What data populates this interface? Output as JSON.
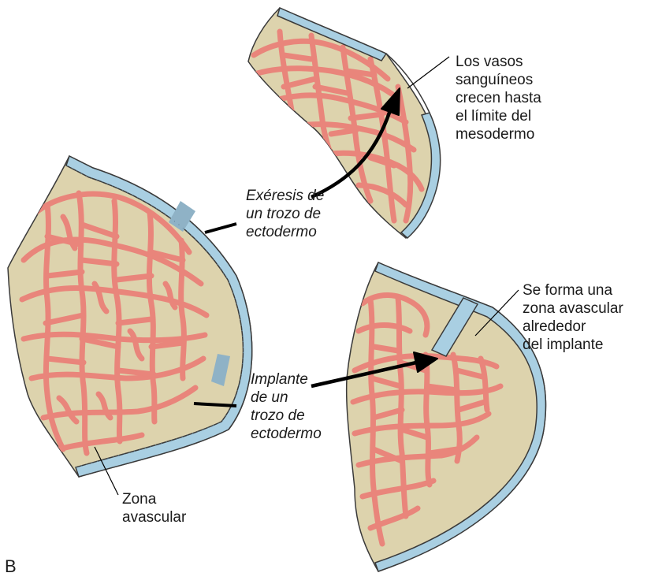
{
  "figure": {
    "panel_letter": "B",
    "colors": {
      "mesoderm": "#ddd3ad",
      "ectoderm": "#a9cfe2",
      "vessels": "#e9857b",
      "outline": "#3a3a3a",
      "arrow": "#000000"
    }
  },
  "labels": {
    "vessels_grow": [
      "Los vasos",
      "sanguíneos",
      "crecen hasta",
      "el límite del",
      "mesodermo"
    ],
    "excision": [
      "Exéresis de",
      "un trozo de",
      "ectodermo"
    ],
    "implant": [
      "Implante",
      "de un",
      "trozo de",
      "ectodermo"
    ],
    "avascular_forms": [
      "Se forma una",
      "zona avascular",
      "alrededor",
      "del implante"
    ],
    "avascular_zone": [
      "Zona",
      "avascular"
    ]
  }
}
